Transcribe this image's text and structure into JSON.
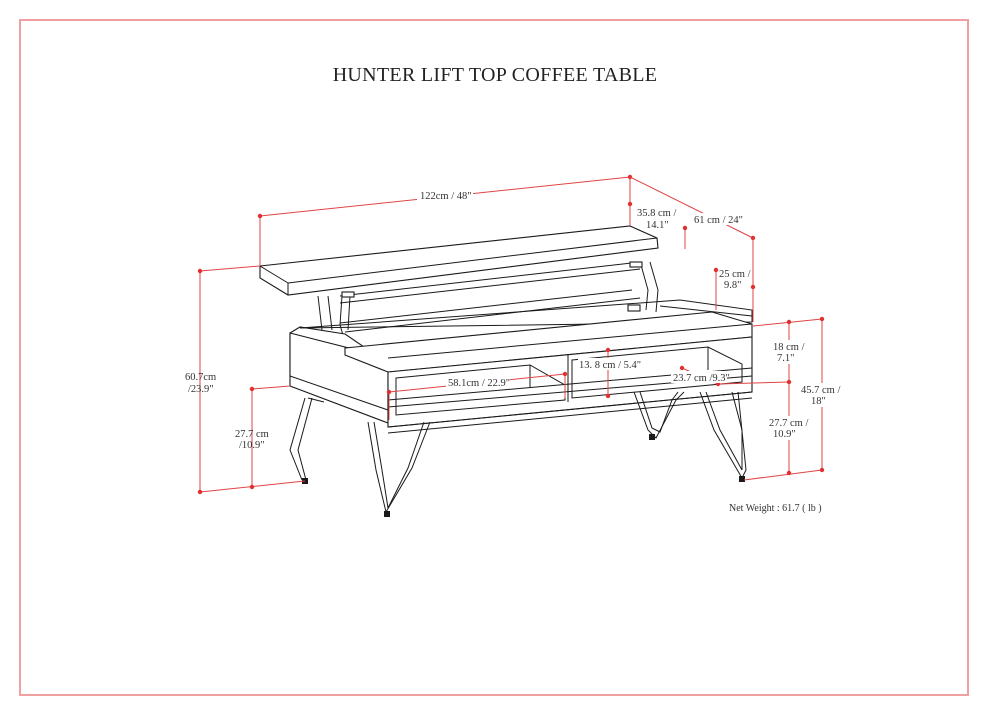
{
  "title": "HUNTER LIFT TOP COFFEE TABLE",
  "dimensions": {
    "overall_length": "122cm / 48\"",
    "overall_depth": "61 cm / 24\"",
    "top_depth_line1": "35.8 cm /",
    "top_depth_line2": "14.1\"",
    "lift_height_line1": "25 cm /",
    "lift_height_line2": "9.8\"",
    "lifted_height_line1": "60.7cm",
    "lifted_height_line2": "/23.9\"",
    "leg_height_left_line1": "27.7 cm",
    "leg_height_left_line2": "/10.9\"",
    "shelf_width": "58.1cm / 22.9\"",
    "shelf_height": "13. 8 cm / 5.4\"",
    "shelf_depth": "23.7 cm /9.3\"",
    "body_height_line1": "18 cm /",
    "body_height_line2": "7.1\"",
    "total_height_line1": "45.7 cm /",
    "total_height_line2": "18\"",
    "leg_height_right_line1": "27.7 cm /",
    "leg_height_right_line2": "10.9\""
  },
  "net_weight": "Net Weight : 61.7 ( lb )",
  "colors": {
    "frame": "#f0a0a0",
    "dimension_line": "#e04545",
    "drawing": "#1a1a1a"
  }
}
